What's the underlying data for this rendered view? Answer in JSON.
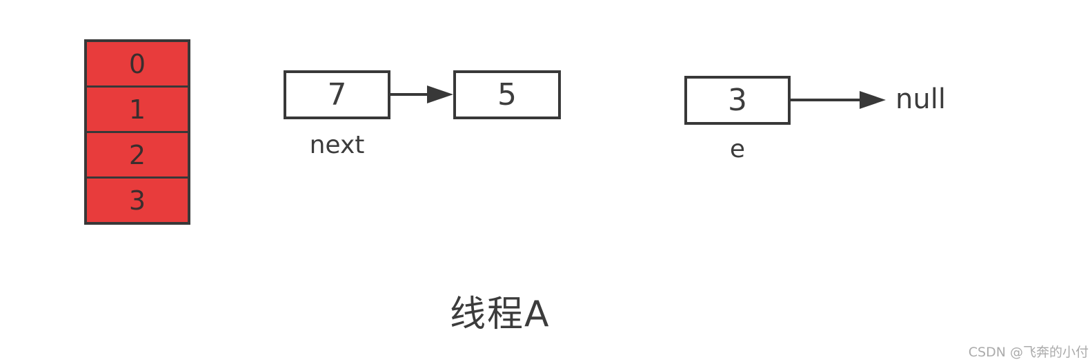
{
  "array": {
    "cells": [
      "0",
      "1",
      "2",
      "3"
    ],
    "fill_color": "#e83c3c",
    "border_color": "#383838"
  },
  "linked_nodes": {
    "head": {
      "value": "7",
      "label": "next"
    },
    "second": {
      "value": "5"
    }
  },
  "e_node": {
    "value": "3",
    "label": "e",
    "points_to": "null"
  },
  "caption": "线程A",
  "watermark": "CSDN @飞奔的小付",
  "colors": {
    "line": "#383838",
    "text": "#3c3c3c",
    "watermark_text": "#ababab"
  }
}
